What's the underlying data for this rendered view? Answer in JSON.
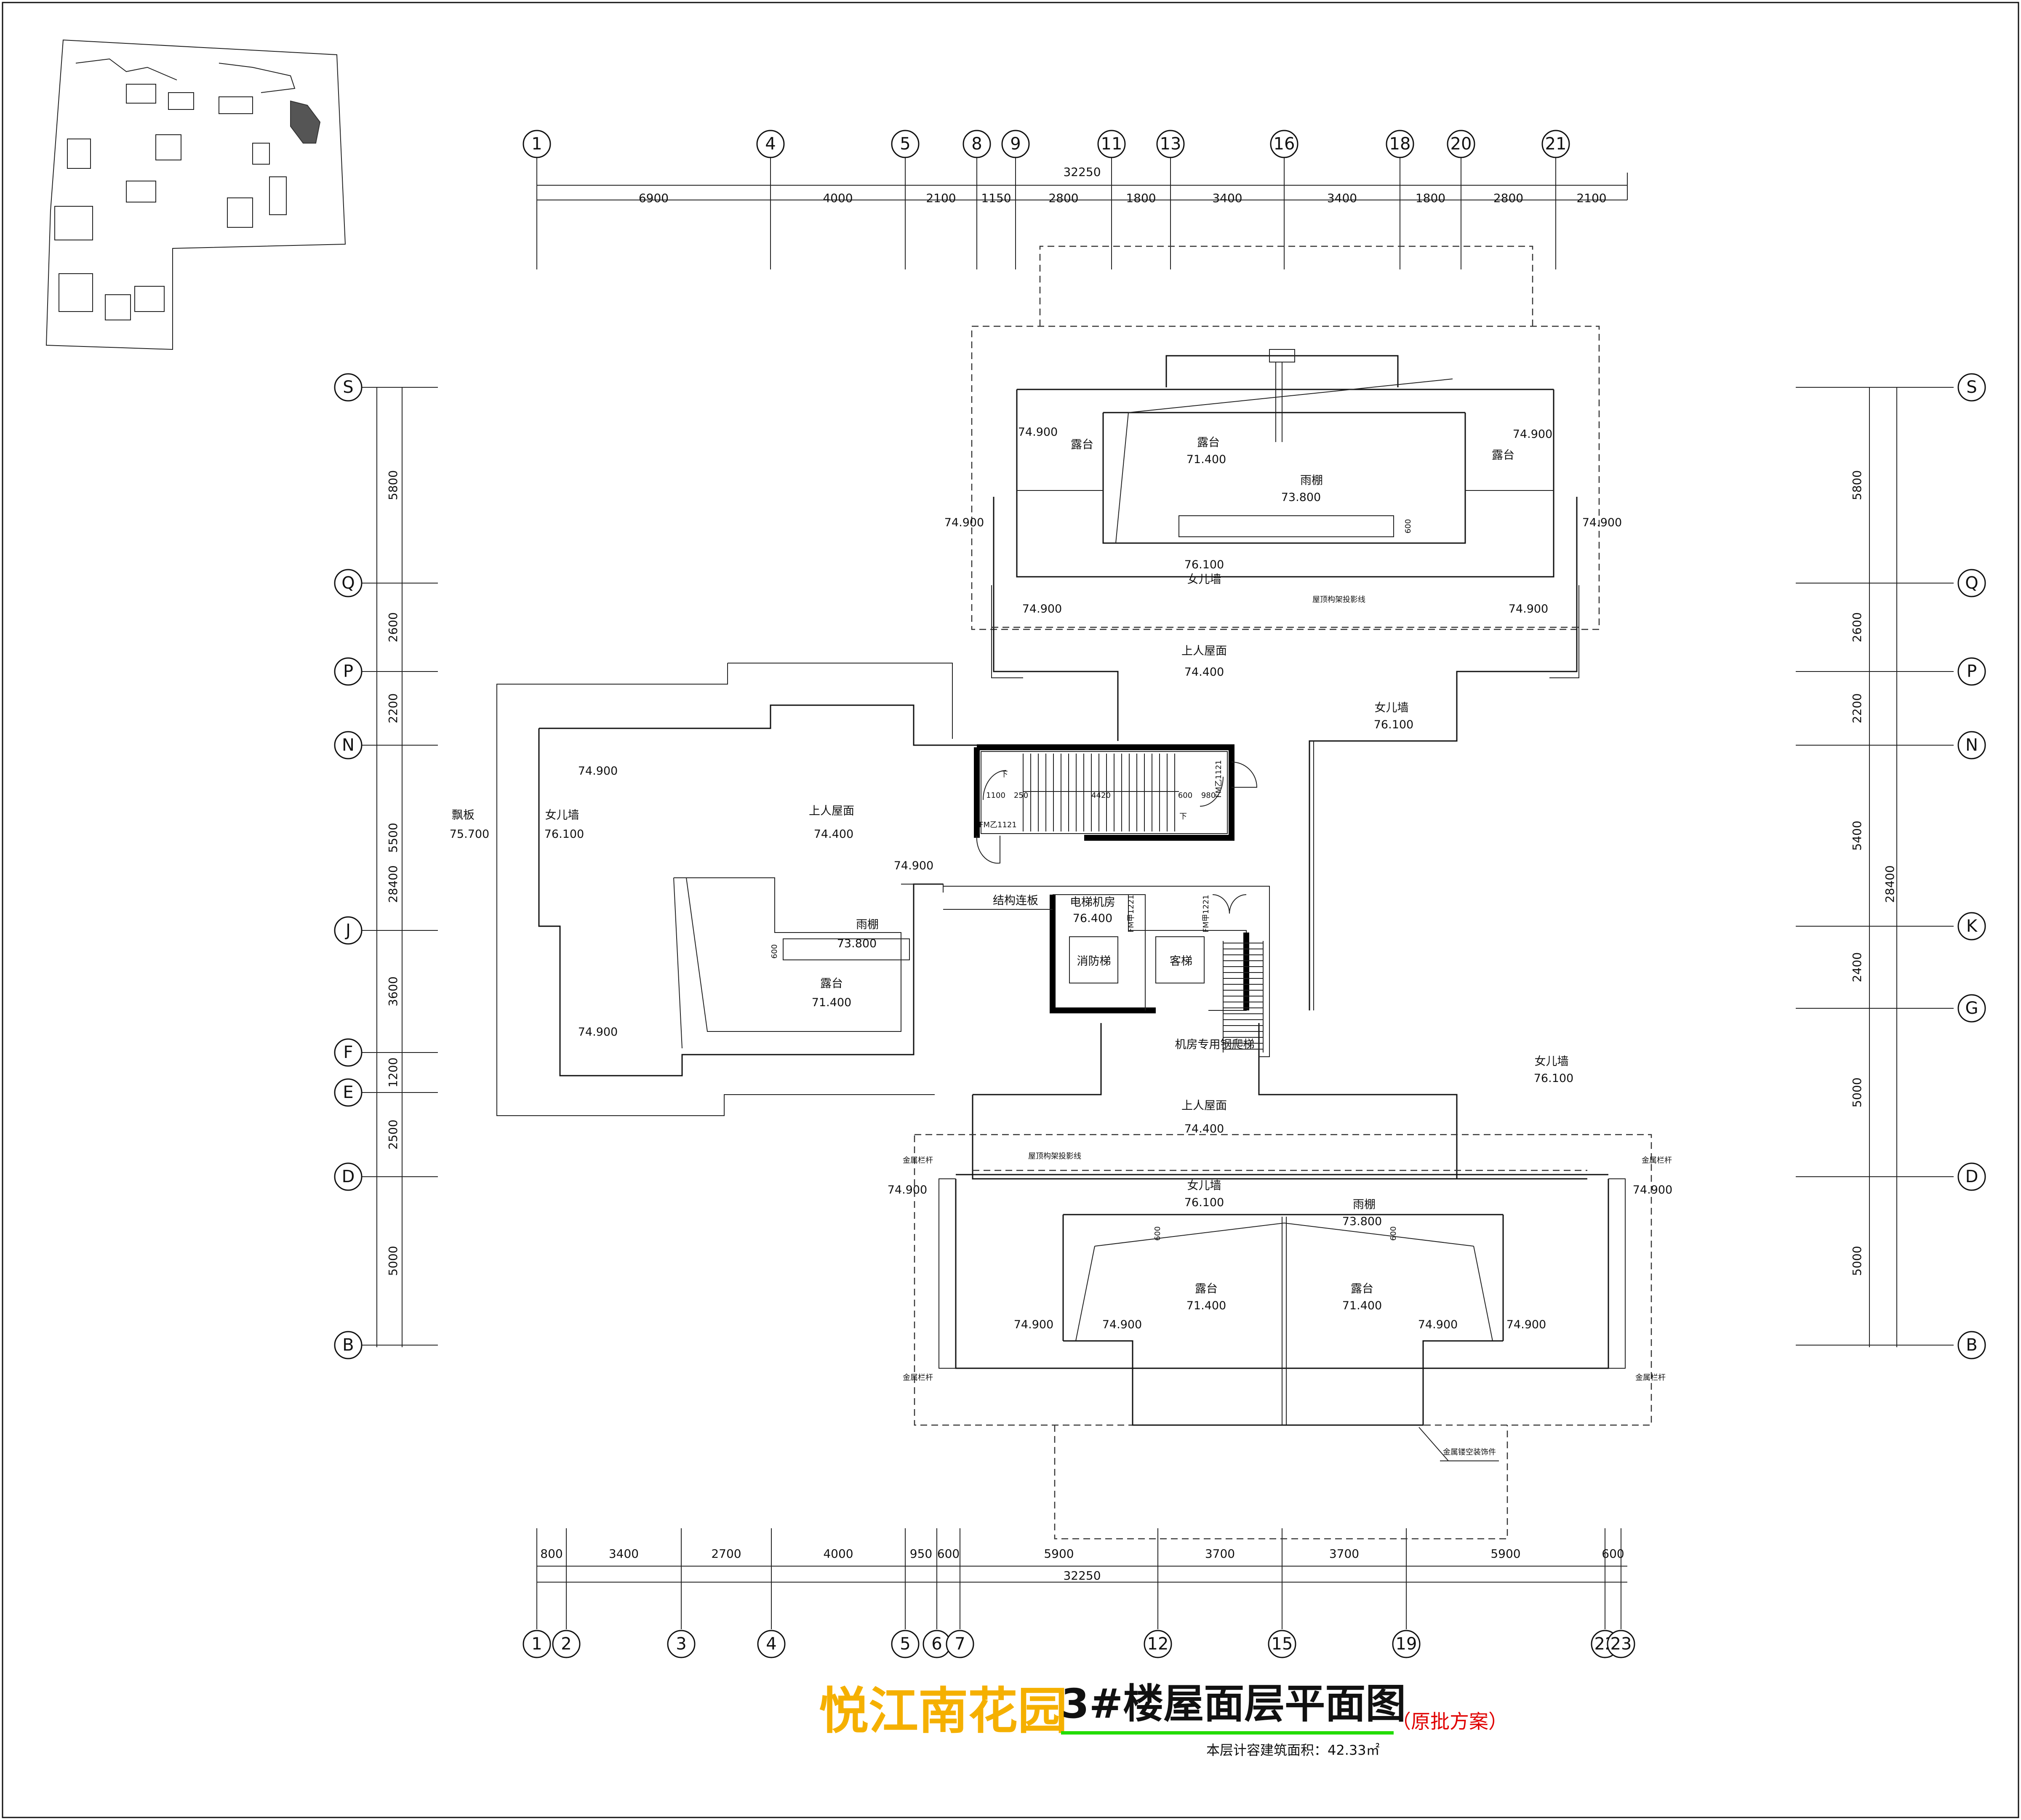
{
  "colors": {
    "title_project": "#F5B000",
    "title_drawing": "#111111",
    "title_note": "#E00000",
    "underline": "#22DD00",
    "site_highlight": "#555555"
  },
  "axes": {
    "top_labels": [
      "1",
      "4",
      "5",
      "8",
      "9",
      "11",
      "13",
      "16",
      "18",
      "20",
      "21"
    ],
    "top_total": "32250",
    "top_dims": [
      "6900",
      "4000",
      "2100",
      "1150",
      "2800",
      "1800",
      "3400",
      "3400",
      "1800",
      "2800",
      "2100"
    ],
    "bottom_labels": [
      "1",
      "2",
      "3",
      "4",
      "5",
      "6",
      "7",
      "12",
      "15",
      "19",
      "22",
      "23"
    ],
    "bottom_total": "32250",
    "bottom_dims": [
      "800",
      "3400",
      "2700",
      "4000",
      "950",
      "600",
      "5900",
      "3700",
      "3700",
      "5900",
      "600"
    ],
    "left_labels": [
      "S",
      "Q",
      "P",
      "N",
      "J",
      "F",
      "E",
      "D",
      "B"
    ],
    "left_total": "28400",
    "left_dims": [
      "5800",
      "2600",
      "2200",
      "5500",
      "3600",
      "1200",
      "2500",
      "5000"
    ],
    "right_labels": [
      "S",
      "Q",
      "P",
      "N",
      "K",
      "G",
      "D",
      "B"
    ],
    "right_total": "28400",
    "right_dims": [
      "5800",
      "2600",
      "2200",
      "5400",
      "2400",
      "5000",
      "5000"
    ]
  },
  "labels": {
    "terrace": "露台",
    "canopy": "雨棚",
    "parapet": "女儿墙",
    "roof_walkable": "上人屋面",
    "eave": "飘板",
    "struct_link": "结构连板",
    "elevator_room": "电梯机房",
    "fire_elevator": "消防梯",
    "passenger_elevator": "客梯",
    "ladder": "机房专用钢爬梯",
    "frame_line": "屋顶构架投影线",
    "metal_rail": "金属栏杆",
    "metal_deco": "金属镂空装饰件",
    "down": "下",
    "door_a": "FM乙1121",
    "door_b": "FM甲1221",
    "door_c": "FM甲1221",
    "door_d": "FM乙1121"
  },
  "elevations": {
    "e749": "74.900",
    "e714": "71.400",
    "e738": "73.800",
    "e761": "76.100",
    "e744": "74.400",
    "e757": "75.700",
    "e764": "76.400"
  },
  "small_dims": {
    "d600": "600",
    "d1100": "1100",
    "d250": "250",
    "d4420": "4420",
    "d980": "980"
  },
  "title": {
    "project": "悦江南花园",
    "drawing": "3#楼屋面层平面图",
    "note": "（原批方案）",
    "area": "本层计容建筑面积：42.33㎡"
  }
}
